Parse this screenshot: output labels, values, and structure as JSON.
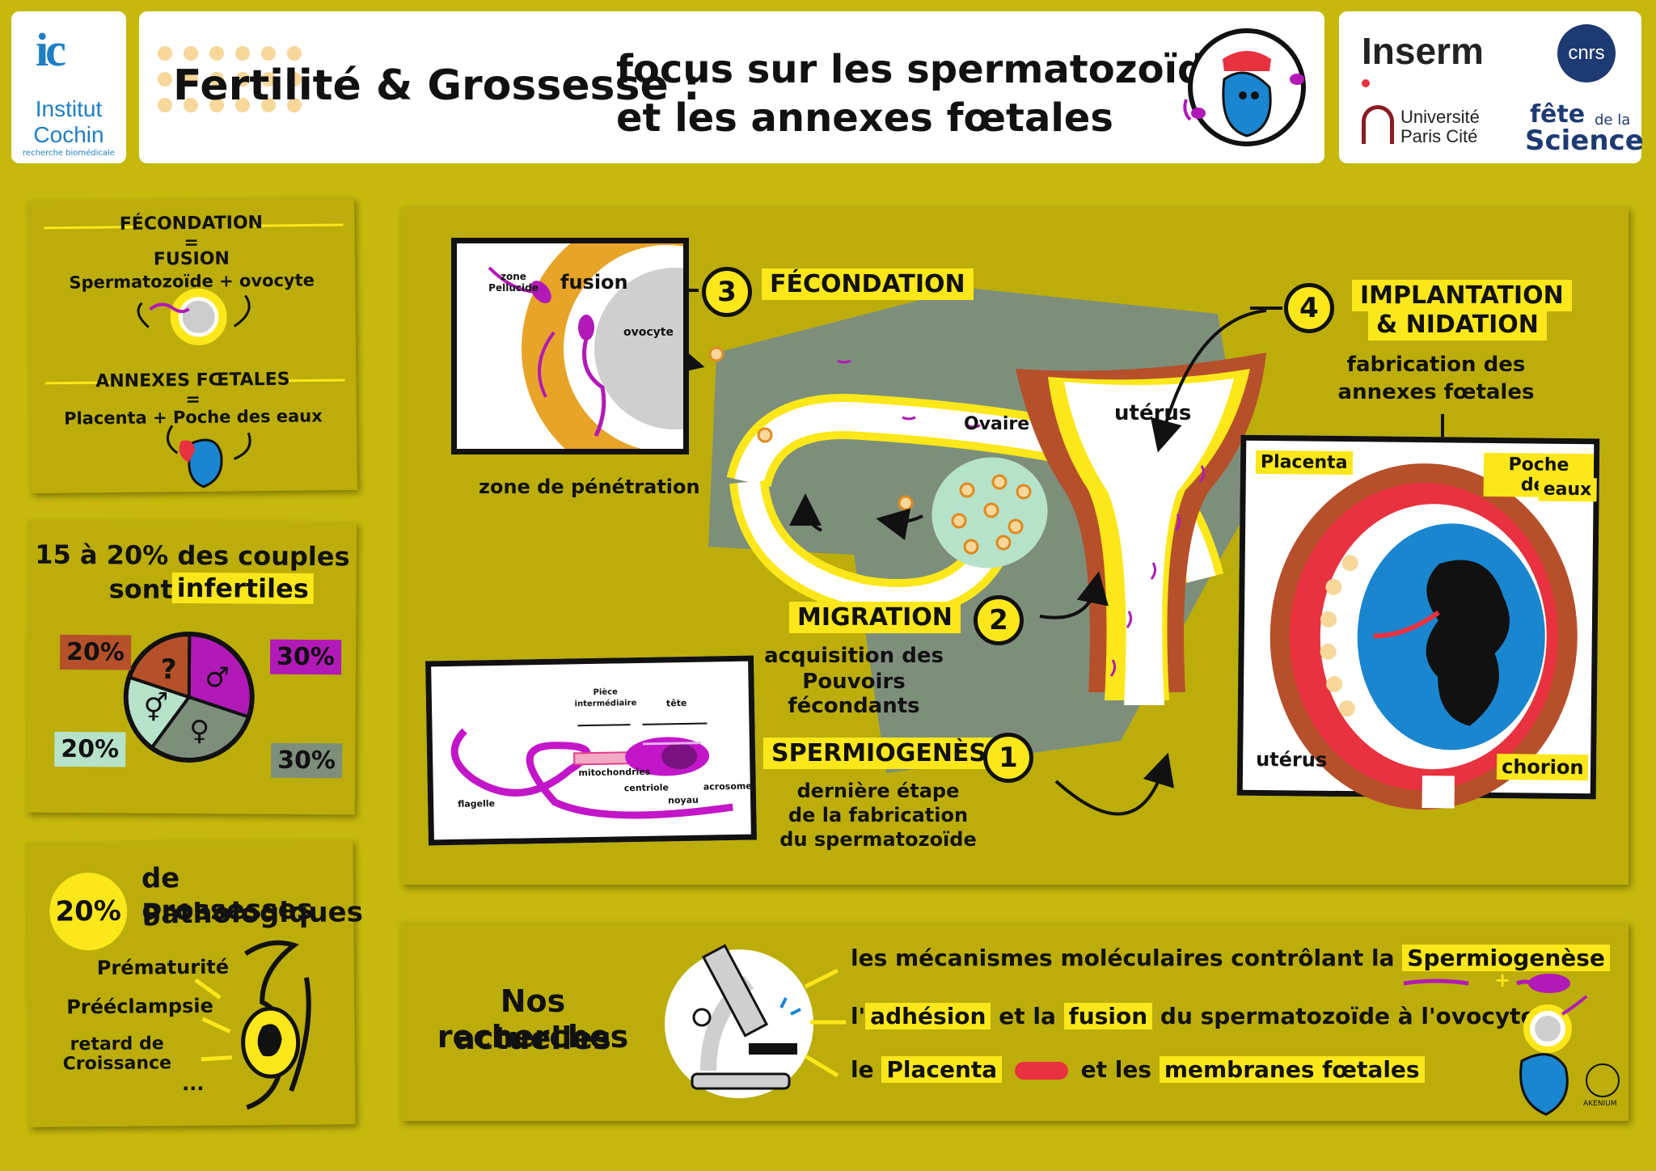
{
  "header": {
    "institut_logo_mark": "ic",
    "institut_name_1": "Institut",
    "institut_name_2": "Cochin",
    "institut_sub": "recherche biomédicale",
    "title_left": "Fertilité & Grossesse :",
    "title_right_1": "focus sur les spermatozoïdes",
    "title_right_2": "et les annexes fœtales",
    "partner_inserm": "Inserm",
    "partner_cnrs": "cnrs",
    "partner_univ_1": "Université",
    "partner_univ_2": "Paris Cité",
    "partner_fete_1": "fête",
    "partner_fete_2": "de la",
    "partner_fete_3": "Science"
  },
  "box1": {
    "title": "FÉCONDATION",
    "eq1": "=",
    "line1": "FUSION",
    "line2": "Spermatozoïde + ovocyte",
    "title2": "ANNEXES FŒTALES",
    "eq2": "=",
    "line3": "Placenta + Poche des eaux"
  },
  "box2": {
    "line1": "15 à 20% des couples",
    "line2a": "sont",
    "line2b": "infertiles",
    "chart_data": {
      "type": "pie",
      "categories": [
        "♂",
        "♀",
        "⚥",
        "?"
      ],
      "values": [
        30,
        30,
        20,
        20
      ],
      "labels": [
        "30%",
        "30%",
        "20%",
        "20%"
      ],
      "colors": [
        "#b11ab7",
        "#7d8f7b",
        "#b6e2c9",
        "#b6502a"
      ]
    }
  },
  "box3": {
    "pct": "20%",
    "line1": "de grossesses",
    "line2": "Pathologiques",
    "item1": "Prématurité",
    "item2": "Prééclampsie",
    "item3a": "retard de",
    "item3b": "Croissance",
    "item4": "..."
  },
  "main": {
    "inset_fusion": {
      "zone_pellucide_1": "zone",
      "zone_pellucide_2": "Pellucide",
      "fusion": "fusion",
      "ovocyte": "ovocyte",
      "zone_penetration": "zone de pénétration"
    },
    "step3": {
      "num": "3",
      "title": "FÉCONDATION"
    },
    "step4": {
      "num": "4",
      "title1": "IMPLANTATION",
      "title2": "& NIDATION",
      "sub1": "fabrication des",
      "sub2": "annexes fœtales"
    },
    "step2": {
      "num": "2",
      "title": "MIGRATION",
      "sub1": "acquisition des",
      "sub2": "Pouvoirs fécondants"
    },
    "step1": {
      "num": "1",
      "title": "SPERMIOGENÈSE",
      "sub1": "dernière étape",
      "sub2": "de la fabrication",
      "sub3": "du spermatozoïde"
    },
    "uterus_label": "utérus",
    "ovaire_label": "Ovaire",
    "inset_sperm": {
      "piece_1": "Pièce",
      "piece_2": "intermédiaire",
      "tete": "tête",
      "mitochondries": "mitochondries",
      "centriole": "centriole",
      "noyau": "noyau",
      "acrosome": "acrosome",
      "flagelle": "flagelle"
    },
    "inset_placenta": {
      "placenta": "Placenta",
      "poche_1": "Poche des",
      "poche_2": "eaux",
      "uterus": "utérus",
      "chorion": "chorion"
    }
  },
  "research": {
    "title1": "Nos recherches",
    "title2": "actuelles",
    "l1a": "les mécanismes moléculaires contrôlant la",
    "l1b": "Spermiogenèse",
    "l2a": "l'",
    "l2b": "adhésion",
    "l2c": "et la",
    "l2d": "fusion",
    "l2e": "du spermatozoïde à l'ovocyte",
    "l3a": "le",
    "l3b": "Placenta",
    "l3c": "et les",
    "l3d": "membranes fœtales",
    "plus": "+",
    "signature": "AKENIUM"
  },
  "colors": {
    "background": "#c6b80c",
    "panel": "#bcad0a",
    "highlight": "#fbe71a",
    "magenta": "#b11ab7",
    "rust": "#b6502a",
    "blue": "#1a86d0",
    "sage": "#7d8f7b"
  }
}
